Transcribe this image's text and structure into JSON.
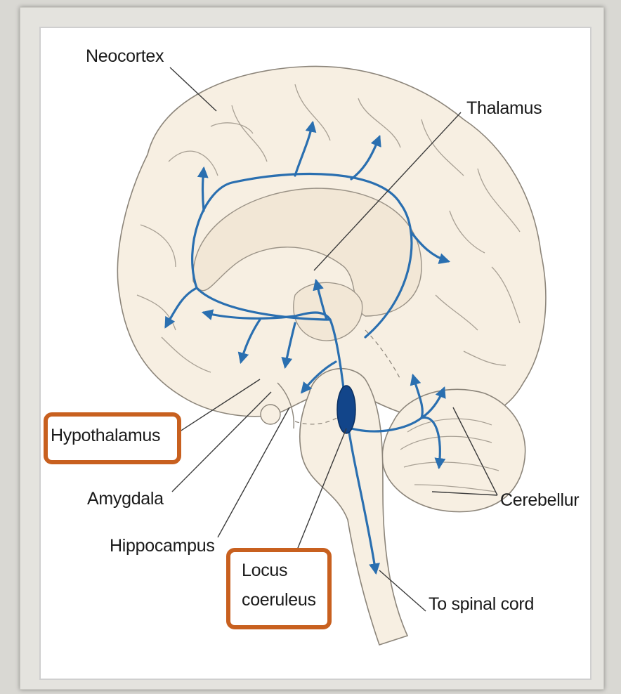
{
  "labels": {
    "neocortex": "Neocortex",
    "thalamus": "Thalamus",
    "hypothalamus": "Hypothalamus",
    "amygdala": "Amygdala",
    "hippocampus": "Hippocampus",
    "locus_line1": "Locus",
    "locus_line2": "coeruleus",
    "cerebellum": "Cerebellur",
    "spinal_cord": "To spinal cord"
  },
  "colors": {
    "pathway": "#2a6fb0",
    "nucleus": "#12458a",
    "highlight_box": "#c8601f",
    "brain_fill": "#f7efe2"
  }
}
